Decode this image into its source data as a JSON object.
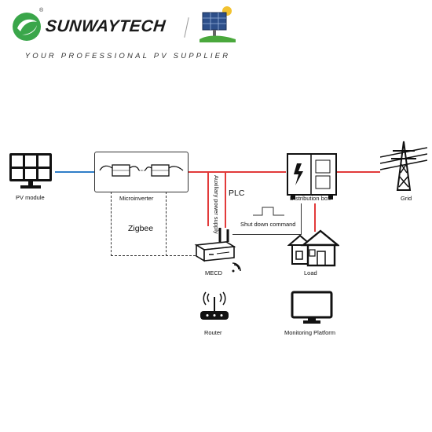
{
  "header": {
    "brand": "SUNWAYTECH",
    "registered_mark": "®",
    "tagline": "YOUR PROFESSIONAL PV SUPPLIER"
  },
  "diagram": {
    "nodes": {
      "pv_module": "PV module",
      "microinverter": "Microinverter",
      "distribution_box": "Distribution box",
      "grid": "Grid",
      "mecd": "MECD",
      "load": "Load",
      "router": "Router",
      "monitoring_platform": "Monitoring Platform"
    },
    "edge_labels": {
      "zigbee": "Zigbee",
      "plc": "PLC",
      "auxiliary_power": "Auxiliary power supply",
      "shutdown": "Shut down command"
    }
  },
  "colors": {
    "brand_green": "#3aa64a",
    "power_line": "#e23a3a",
    "dc_line": "#2f7ec8"
  }
}
